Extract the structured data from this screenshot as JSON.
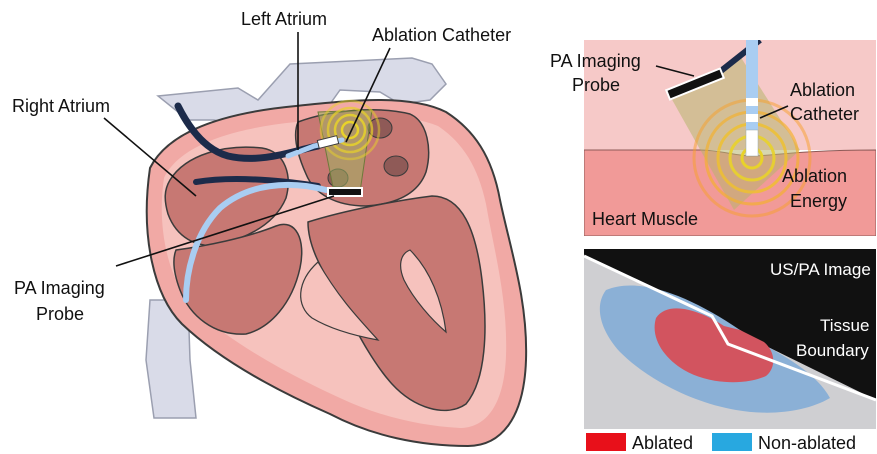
{
  "heart": {
    "labels": {
      "left_atrium": "Left Atrium",
      "ablation_catheter": "Ablation Catheter",
      "right_atrium": "Right Atrium",
      "pa_probe_line1": "PA Imaging",
      "pa_probe_line2": "Probe"
    }
  },
  "zoom_panel": {
    "labels": {
      "pa_probe_line1": "PA Imaging",
      "pa_probe_line2": "Probe",
      "ablation_line1": "Ablation",
      "ablation_line2": "Catheter",
      "energy_line1": "Ablation",
      "energy_line2": "Energy",
      "heart_muscle": "Heart Muscle"
    }
  },
  "image_panel": {
    "labels": {
      "title": "US/PA Image",
      "boundary_line1": "Tissue",
      "boundary_line2": "Boundary"
    }
  },
  "legend": {
    "items": [
      {
        "label": "Ablated",
        "color": "#e8101a"
      },
      {
        "label": "Non-ablated",
        "color": "#28a8e0"
      }
    ]
  },
  "colors": {
    "muscle_pink": "#f1a9a5",
    "chamber_dark": "#c77873",
    "vessel_lavender": "#d9dbe8",
    "catheter_navy": "#1c2b4a",
    "catheter_blue": "#a9cdf2",
    "tissue_gray": "#cfcfd2",
    "ablated_red": "#d2545f",
    "nonablated_blue": "#8bb0d6"
  }
}
